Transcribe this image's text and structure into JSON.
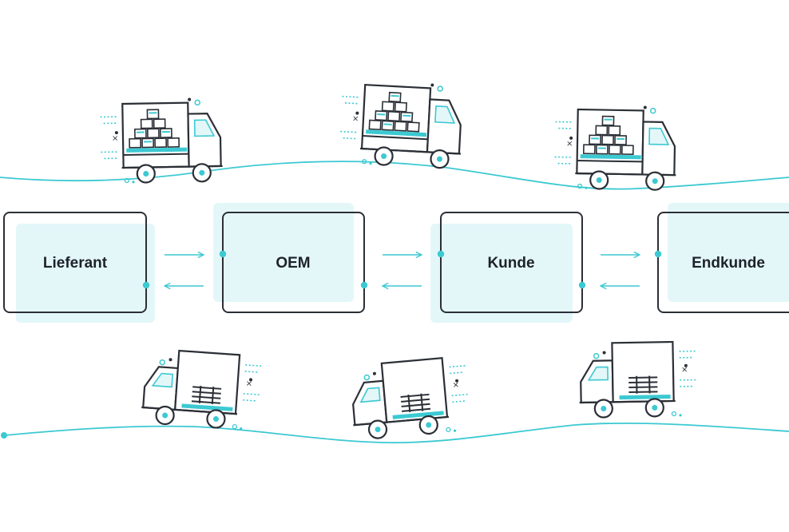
{
  "nodes": [
    {
      "id": "lieferant",
      "label": "Lieferant"
    },
    {
      "id": "oem",
      "label": "OEM"
    },
    {
      "id": "kunde",
      "label": "Kunde"
    },
    {
      "id": "endkunde",
      "label": "Endkunde"
    }
  ],
  "edges": [
    {
      "from": "lieferant",
      "to": "oem"
    },
    {
      "from": "oem",
      "to": "lieferant"
    },
    {
      "from": "oem",
      "to": "kunde"
    },
    {
      "from": "kunde",
      "to": "oem"
    },
    {
      "from": "kunde",
      "to": "endkunde"
    },
    {
      "from": "endkunde",
      "to": "kunde"
    }
  ],
  "trucks": {
    "top_row": {
      "cargo": "boxes",
      "count": 3
    },
    "bottom_row": {
      "cargo": "pallets",
      "count": 3
    }
  },
  "colors": {
    "accent": "#3cc9d2",
    "accent_fill": "#e3f7f9",
    "stroke": "#2b2f36",
    "text": "#1e2229"
  }
}
